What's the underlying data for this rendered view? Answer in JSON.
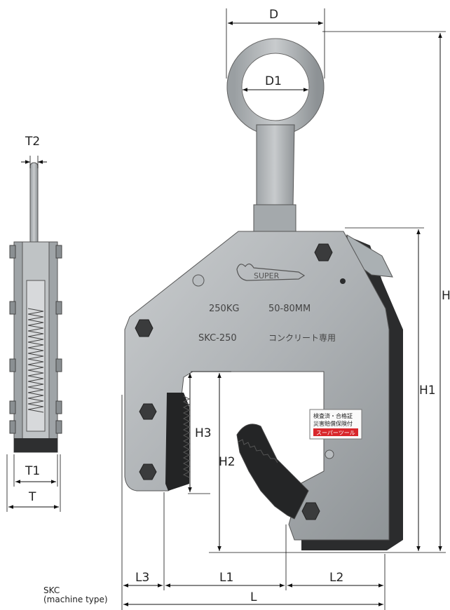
{
  "dimensions": {
    "D": "D",
    "D1": "D1",
    "T2": "T2",
    "T1": "T1",
    "T": "T",
    "H": "H",
    "H1": "H1",
    "H2": "H2",
    "H3": "H3",
    "L": "L",
    "L1": "L1",
    "L2": "L2",
    "L3": "L3"
  },
  "clamp_markings": {
    "brand": "SUPER",
    "capacity": "250KG",
    "jaw_range": "50-80MM",
    "model": "SKC-250",
    "usage": "コンクリート専用"
  },
  "sticker": {
    "line1": "検査済・合格証",
    "line2": "災害賠償保険付",
    "brand": "スーパーツール"
  },
  "caption": {
    "line1": "SKC",
    "line2": "(machine type)"
  }
}
